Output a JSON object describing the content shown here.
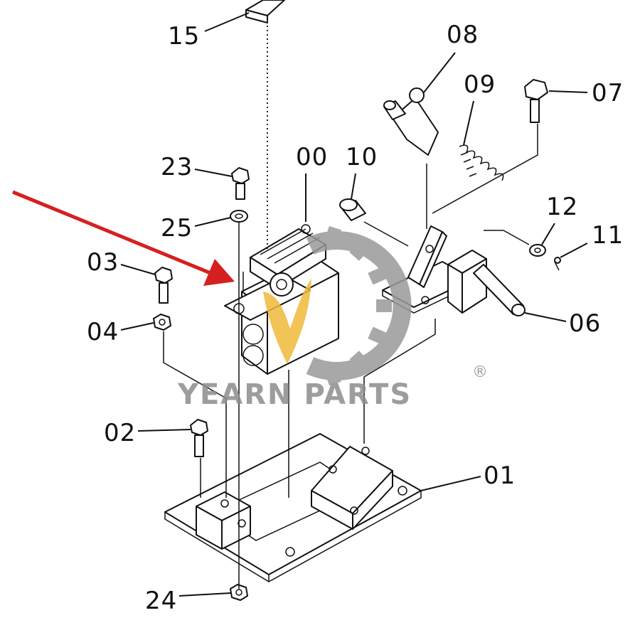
{
  "labels": {
    "l15": "15",
    "l08": "08",
    "l09": "09",
    "l07": "07",
    "l00": "00",
    "l10": "10",
    "l23": "23",
    "l25": "25",
    "l12": "12",
    "l11": "11",
    "l03": "03",
    "l04": "04",
    "l06": "06",
    "l02": "02",
    "l01": "01",
    "l24": "24"
  },
  "watermark": {
    "text": "YEARN PARTS",
    "registered": "®"
  },
  "colors": {
    "arrow": "#d62020",
    "watermark_text": "#8c8c8c",
    "watermark_gear": "#9a9a9a",
    "watermark_flame": "#f0b93a"
  }
}
